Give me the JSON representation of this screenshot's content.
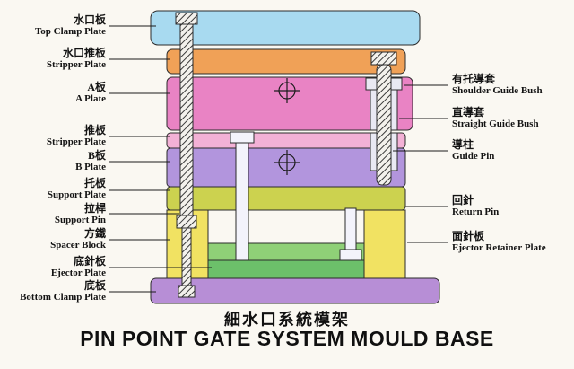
{
  "titles": {
    "chinese": "細水口系統模架",
    "english": "PIN POINT GATE SYSTEM MOULD BASE"
  },
  "left_labels": [
    {
      "cn": "水口板",
      "en": "Top Clamp Plate"
    },
    {
      "cn": "水口推板",
      "en": "Stripper Plate"
    },
    {
      "cn": "A板",
      "en": "A Plate"
    },
    {
      "cn": "推板",
      "en": "Stripper Plate"
    },
    {
      "cn": "B板",
      "en": "B Plate"
    },
    {
      "cn": "托板",
      "en": "Support Plate"
    },
    {
      "cn": "拉桿",
      "en": "Support Pin"
    },
    {
      "cn": "方鐵",
      "en": "Spacer Block"
    },
    {
      "cn": "底針板",
      "en": "Ejector Plate"
    },
    {
      "cn": "底板",
      "en": "Bottom Clamp Plate"
    }
  ],
  "right_labels": [
    {
      "cn": "有托導套",
      "en": "Shoulder Guide Bush"
    },
    {
      "cn": "直導套",
      "en": "Straight Guide Bush"
    },
    {
      "cn": "導柱",
      "en": "Guide Pin"
    },
    {
      "cn": "回針",
      "en": "Return Pin"
    },
    {
      "cn": "面針板",
      "en": "Ejector Retainer Plate"
    }
  ],
  "colors": {
    "top_clamp_plate": "#a8daf0",
    "stripper_plate_top": "#f0a157",
    "a_plate": "#e983c4",
    "stripper_plate_mid": "#f3b1d6",
    "b_plate": "#b295dd",
    "support_plate": "#ccd24f",
    "spacer_block": "#f1e262",
    "ejector_retainer_plate": "#8fd077",
    "ejector_plate": "#6cc06a",
    "bottom_clamp_plate": "#b78ed6",
    "pin_fill": "#f3f3fb",
    "bush_fill": "#e9e9f3"
  }
}
